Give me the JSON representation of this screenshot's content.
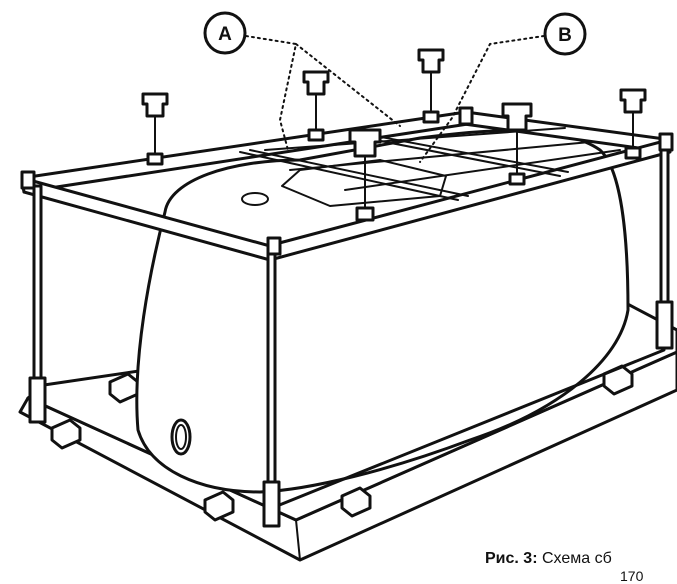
{
  "callouts": {
    "a": "A",
    "b": "B"
  },
  "caption": {
    "label": "Рис. 3:",
    "text": "Схема сб",
    "line2": "170"
  }
}
